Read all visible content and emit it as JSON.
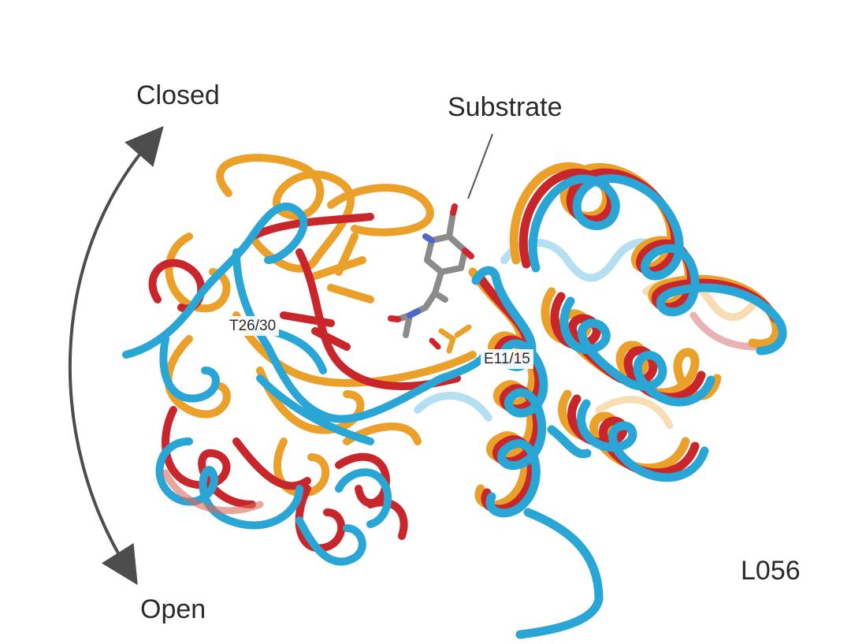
{
  "labels": {
    "closed": "Closed",
    "open": "Open",
    "substrate": "Substrate",
    "residue_t": "T26/30",
    "residue_e": "E11/15",
    "protein_id": "L056"
  },
  "colors": {
    "orange": "#eba02a",
    "red": "#c8262a",
    "blue": "#2aa6d6",
    "substrate_gray": "#8b8b8b",
    "oxygen": "#d0252a",
    "nitrogen": "#5067c9",
    "arrow": "#4d4d4d"
  }
}
